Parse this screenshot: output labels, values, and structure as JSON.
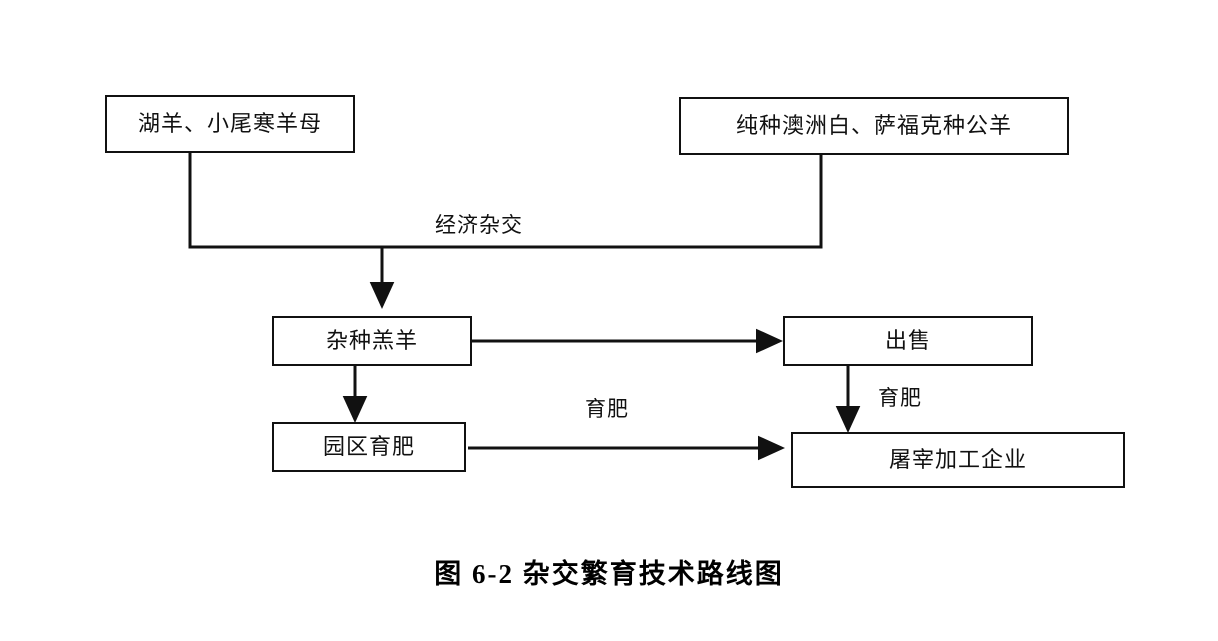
{
  "figure": {
    "caption": "图 6-2  杂交繁育技术路线图",
    "type": "flowchart",
    "background_color": "#ffffff",
    "line_color": "#111111"
  },
  "nodes": [
    {
      "id": "ewe",
      "label": "湖羊、小尾寒羊母"
    },
    {
      "id": "ram",
      "label": "纯种澳洲白、萨福克种公羊"
    },
    {
      "id": "lamb",
      "label": "杂种羔羊"
    },
    {
      "id": "sell",
      "label": "出售"
    },
    {
      "id": "park",
      "label": "园区育肥"
    },
    {
      "id": "slaughter",
      "label": "屠宰加工企业"
    }
  ],
  "edge_labels": [
    {
      "id": "crossbreeding",
      "label": "经济杂交"
    },
    {
      "id": "fatten-bottom",
      "label": "育肥"
    },
    {
      "id": "fatten-right",
      "label": "育肥"
    }
  ]
}
